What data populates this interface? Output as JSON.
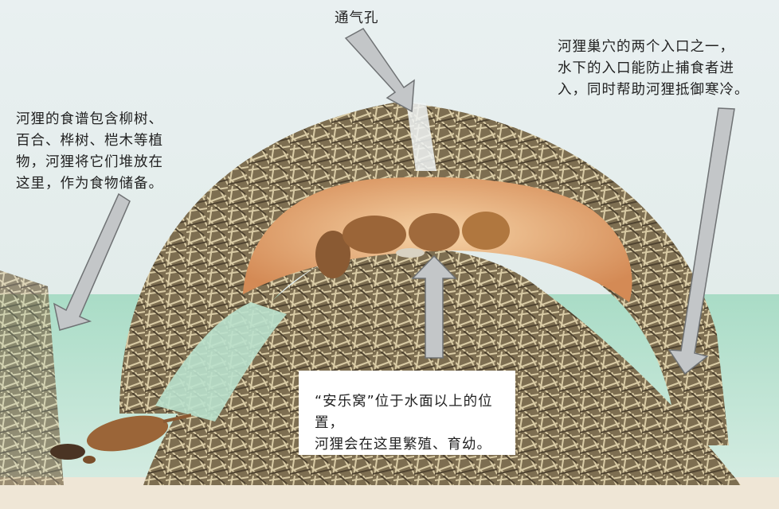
{
  "labels": {
    "vent": "通气孔",
    "food_line1": "河狸的食谱包含柳树、",
    "food_line2": "百合、桦树、桤木等植",
    "food_line3": "物，河狸将它们堆放在",
    "food_line4": "这里，作为食物储备。",
    "entrance_line1": "河狸巢穴的两个入口之一，",
    "entrance_line2": "水下的入口能防止捕食者进",
    "entrance_line3": "入，同时帮助河狸抵御寒冷。",
    "chamber_line1": "“安乐窝”位于水面以上的位置，",
    "chamber_line2": "河狸会在这里繁殖、育幼。"
  },
  "colors": {
    "sky": "#e4eef0",
    "water": "#bfe3d0",
    "lodge": "#8a7a5c",
    "chamber": "#e3a977",
    "arrow": "#bfc3c6"
  }
}
